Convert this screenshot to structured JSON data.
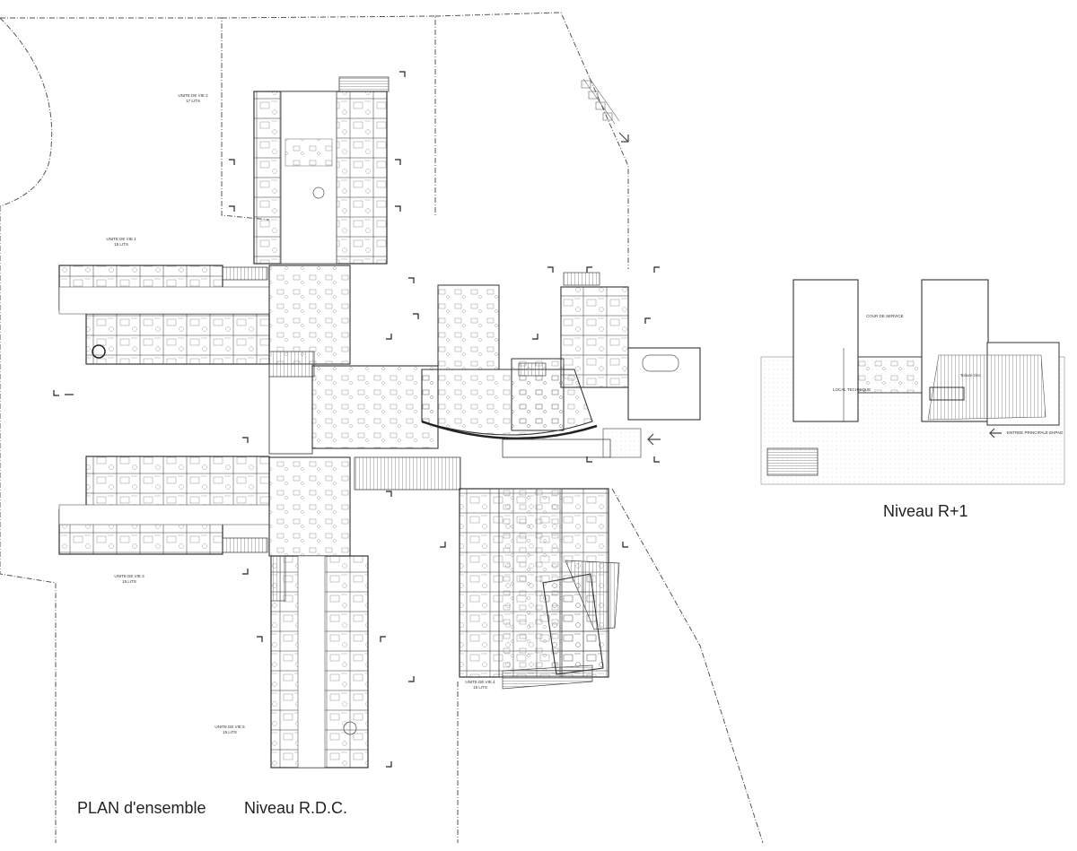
{
  "titles": {
    "plan_ensemble": "PLAN d'ensemble",
    "niveau_rdc": "Niveau R.D.C.",
    "niveau_r1": "Niveau R+1"
  },
  "units": {
    "unite_2": {
      "line1": "UNITE DE VIE 2",
      "line2": "17 LITS"
    },
    "unite_1": {
      "line1": "UNITE DE VIE 1",
      "line2": "15 LITS"
    },
    "unite_3": {
      "line1": "UNITE DE VIE 3",
      "line2": "15 LITS"
    },
    "unite_5": {
      "line1": "UNITE DE VIE 5",
      "line2": "15 LITS"
    },
    "unite_4": {
      "line1": "UNITE DE VIE 4",
      "line2": "15 LITS"
    }
  },
  "r1_labels": {
    "cour_service": "COUR DE SERVICE",
    "local_technique": "LOCAL TECHNIQUE",
    "toiture": "Toiture zinc",
    "entree": "ENTREE PRINCIPALE EHPAD"
  },
  "colors": {
    "line": "#333333",
    "wall": "#444444",
    "hatch": "#777777",
    "background": "#ffffff"
  }
}
